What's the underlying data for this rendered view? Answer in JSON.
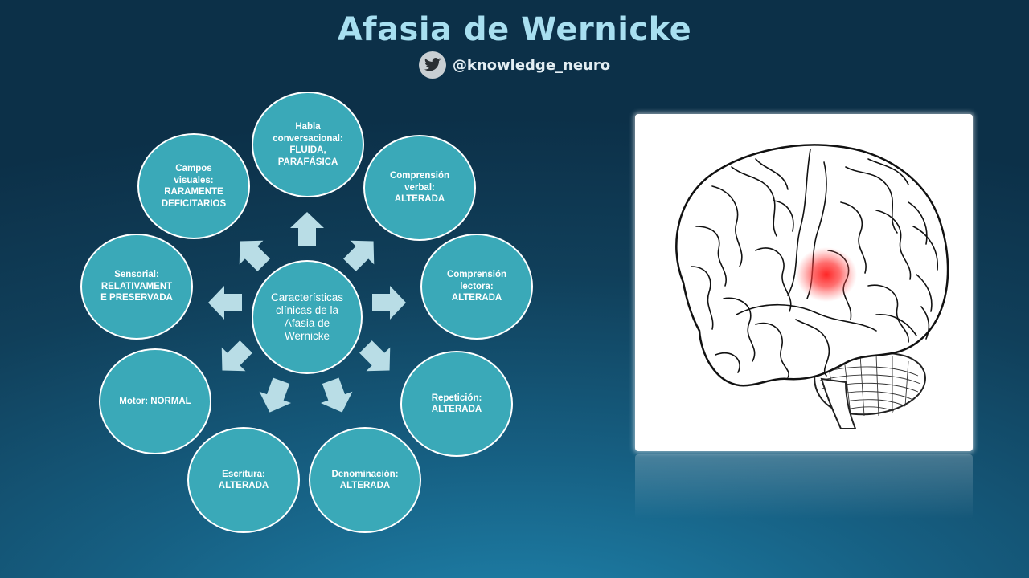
{
  "title": "Afasia de Wernicke",
  "handle": "@knowledge_neuro",
  "center": "Características\nclínicas de la\nAfasia de\nWernicke",
  "nodes": [
    {
      "text": "Habla\nconversacional:\nFLUIDA,\nPARAFÁSICA"
    },
    {
      "text": "Comprensión\nverbal:\nALTERADA"
    },
    {
      "text": "Comprensión\nlectora:\nALTERADA"
    },
    {
      "text": "Repetición:\nALTERADA"
    },
    {
      "text": "Denominación:\nALTERADA"
    },
    {
      "text": "Escritura:\nALTERADA"
    },
    {
      "text": "Motor: NORMAL"
    },
    {
      "text": "Sensorial:\nRELATIVAMENT\nE PRESERVADA"
    },
    {
      "text": "Campos\nvisuales:\nRARAMENTE\nDEFICITARIOS"
    }
  ],
  "colors": {
    "title": "#a8dff0",
    "node_fill": "#3aa9b8",
    "arrow_fill": "#b9dde6",
    "highlight": "#ff2020"
  },
  "icons": {
    "handle_icon": "twitter-bird-icon",
    "arrows": "arrow-outward-icon",
    "figure": "brain-illustration"
  }
}
